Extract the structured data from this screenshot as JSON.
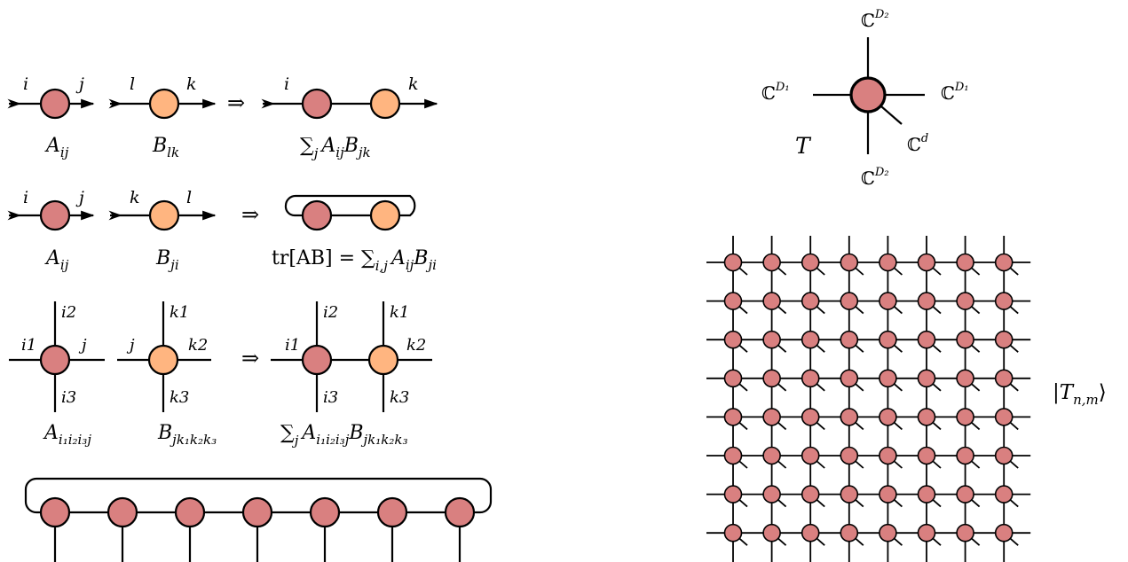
{
  "row1": {
    "a_idx": [
      "i",
      "j"
    ],
    "b_idx": [
      "l",
      "k"
    ],
    "result_idx": [
      "i",
      "k"
    ],
    "arrow": "⇒",
    "a_caption": "A",
    "a_caption_sub": "ij",
    "b_caption": "B",
    "b_caption_sub": "lk",
    "result_sum": "∑",
    "result_sum_sub": "j",
    "result_a": "A",
    "result_a_sub": "ij",
    "result_b": "B",
    "result_b_sub": "jk"
  },
  "row2": {
    "a_idx": [
      "i",
      "j"
    ],
    "b_idx": [
      "k",
      "l"
    ],
    "arrow": "⇒",
    "a_caption": "A",
    "a_caption_sub": "ij",
    "b_caption": "B",
    "b_caption_sub": "ji",
    "result_tr": "tr[AB] = ",
    "result_sum": "∑",
    "result_sum_sub": "i,j",
    "result_a": "A",
    "result_a_sub": "ij",
    "result_b": "B",
    "result_b_sub": "ji"
  },
  "row3": {
    "a_idx": {
      "top": "i2",
      "left": "i1",
      "right": "j",
      "bottom": "i3"
    },
    "b_idx": {
      "top": "k1",
      "left": "j",
      "right": "k2",
      "bottom": "k3"
    },
    "res_a_idx": {
      "top": "i2",
      "left": "i1",
      "bottom": "i3"
    },
    "res_b_idx": {
      "top": "k1",
      "right": "k2",
      "bottom": "k3"
    },
    "arrow": "⇒",
    "a_caption": "A",
    "a_caption_sub": "i₁i₂i₃j",
    "b_caption": "B",
    "b_caption_sub": "jk₁k₂k₃",
    "result_sum": "∑",
    "result_sum_sub": "j",
    "result_a": "A",
    "result_a_sub": "i₁i₂i₃j",
    "result_b": "B",
    "result_b_sub": "jk₁k₂k₃"
  },
  "mps": {
    "site_count": 7
  },
  "tensor_T": {
    "name": "T",
    "top": "ℂ",
    "top_sup": "D₂",
    "left": "ℂ",
    "left_sup": "D₁",
    "right": "ℂ",
    "right_sup": "D₁",
    "bottom": "ℂ",
    "bottom_sup": "D₂",
    "physical": "ℂ",
    "physical_sup": "d"
  },
  "peps": {
    "rows": 8,
    "cols": 8,
    "ket_open": "|",
    "ket_name": "T",
    "ket_sub": "n,m",
    "ket_close": "⟩"
  },
  "colors": {
    "tensor_a": "#d98080",
    "tensor_b": "#ffb580",
    "line": "#000000"
  }
}
